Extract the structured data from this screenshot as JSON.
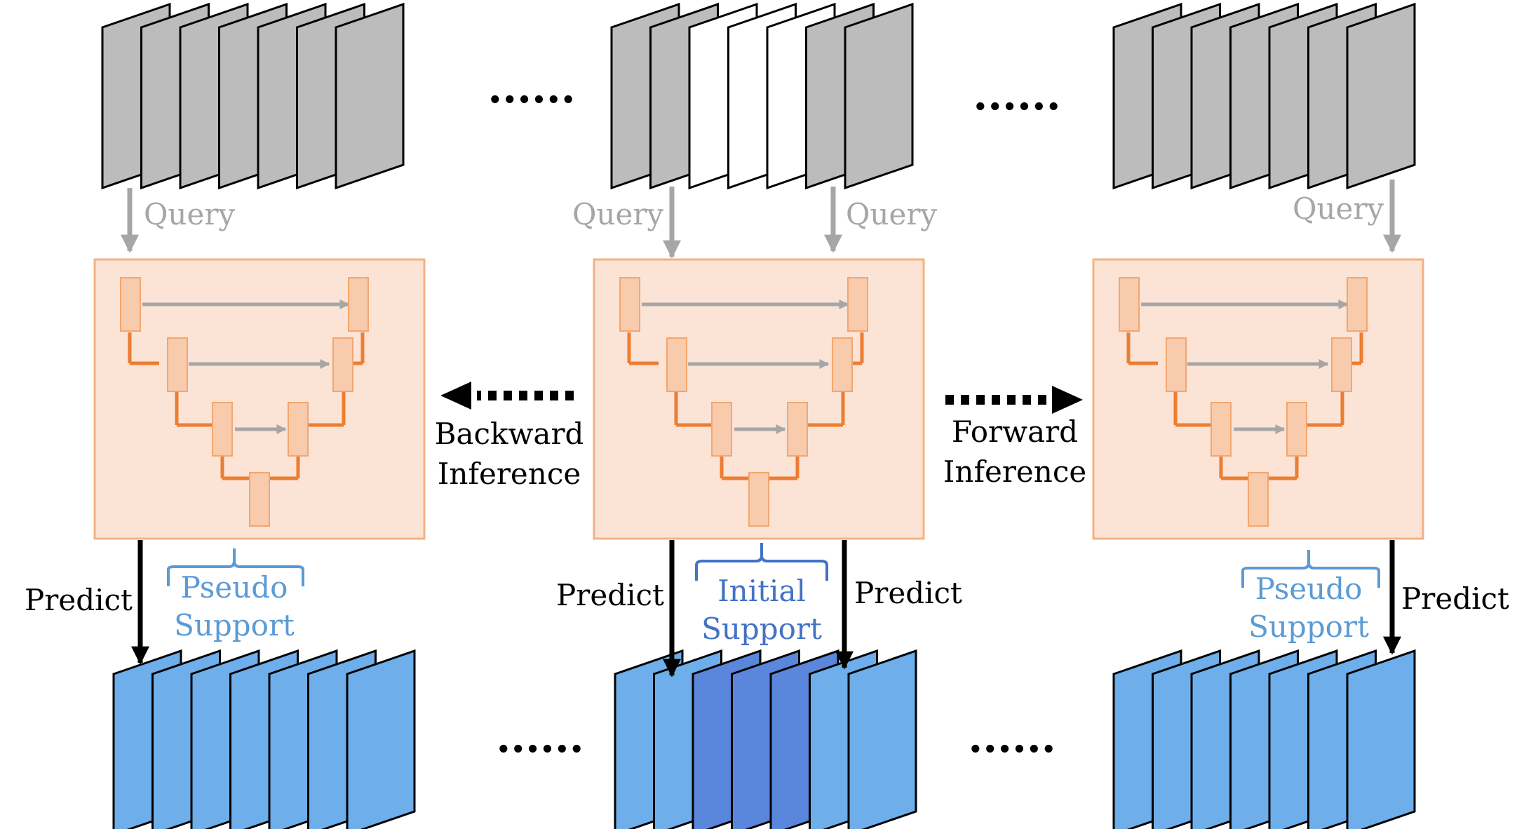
{
  "labels": {
    "query": "Query",
    "predict": "Predict",
    "backward_line1": "Backward",
    "backward_line2": "Inference",
    "forward_line1": "Forward",
    "forward_line2": "Inference",
    "pseudo_line1": "Pseudo",
    "pseudo_line2": "Support",
    "initial_line1": "Initial",
    "initial_line2": "Support",
    "ellipsis": "......"
  },
  "colors": {
    "gray_slice": "#bcbcbc",
    "white_slice": "#ffffff",
    "blue_slice": "#6eaeea",
    "dark_blue_slice": "#5a86dc",
    "net_fill": "#fbe3d6",
    "net_border": "#f4b183",
    "block_fill": "#f8cbad",
    "block_stroke": "#f4a66e",
    "orange_line": "#ed7d31",
    "skip_arrow": "#a6a6a6",
    "query_text": "#a6a6a6",
    "pseudo_text": "#5b9bd5",
    "initial_text": "#4472c4",
    "black": "#000000"
  },
  "icons": {
    "dotted_left_arrow": "backward-arrow-icon",
    "dotted_right_arrow": "forward-arrow-icon",
    "brace": "curly-brace-icon"
  }
}
